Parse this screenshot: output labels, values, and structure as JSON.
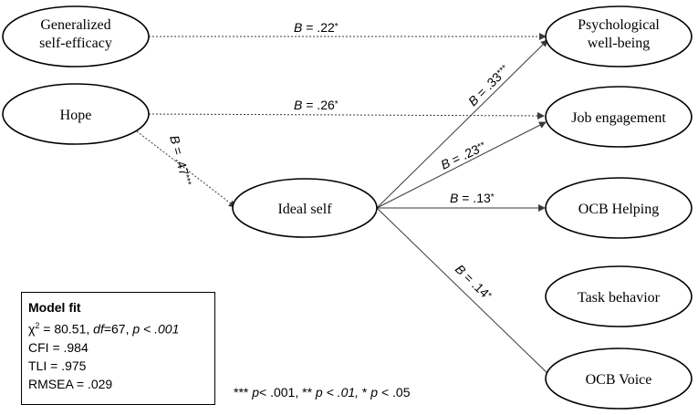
{
  "nodes": {
    "gse_line1": "Generalized",
    "gse_line2": "self-efficacy",
    "hope": "Hope",
    "ideal_self": "Ideal self",
    "pwb_line1": "Psychological",
    "pwb_line2": "well-being",
    "job_engagement": "Job engagement",
    "ocb_helping": "OCB Helping",
    "task_behavior": "Task behavior",
    "ocb_voice": "OCB Voice"
  },
  "paths": {
    "gse_pwb": {
      "b": "B",
      "val": " = .22",
      "sig": "*"
    },
    "hope_je": {
      "b": "B",
      "val": " = .26",
      "sig": "*"
    },
    "hope_ideal": {
      "b": "B",
      "val": " = .47",
      "sig": "***"
    },
    "ideal_pwb": {
      "b": "B",
      "val": " = .33",
      "sig": "***"
    },
    "ideal_je": {
      "b": "B",
      "val": " = .23",
      "sig": "**"
    },
    "ideal_ocbh": {
      "b": "B",
      "val": " = .13",
      "sig": "*"
    },
    "ideal_voice": {
      "b": "B",
      "val": " = .14",
      "sig": "*"
    }
  },
  "model_fit": {
    "title": "Model fit",
    "chi_symbol": "χ",
    "chi_sup": "2",
    "chi_value": " = 80.51, ",
    "df_label": "df",
    "df_value": "=67, ",
    "p_label": "p",
    "p_value": " < .001",
    "cfi": "CFI = .984",
    "tli": "TLI = .975",
    "rmsea": "RMSEA = .029"
  },
  "significance_note": {
    "stars3": "*** ",
    "p1": "p",
    "t1": "< .001, ** ",
    "p2": "p",
    "t2": " < .01,",
    "stars1": " * ",
    "p3": "p",
    "t3": " < .05"
  },
  "colors": {
    "line": "#3a3a3a",
    "node_stroke": "#000000"
  }
}
